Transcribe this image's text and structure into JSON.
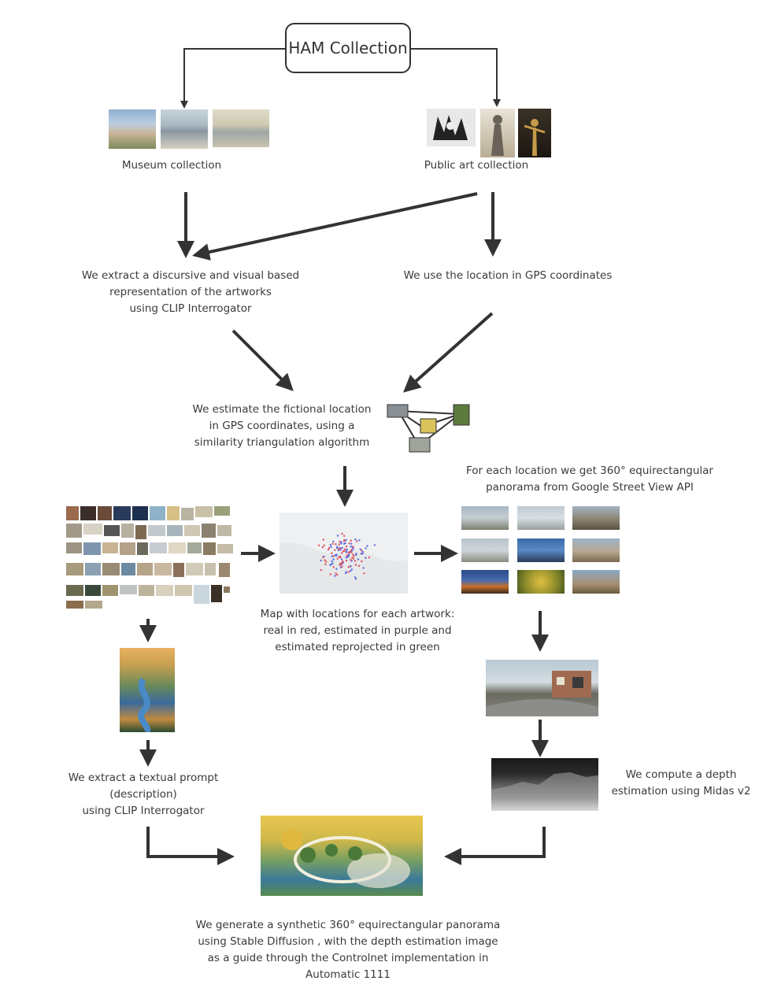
{
  "title": "HAM Collection",
  "labels": {
    "museum": "Museum collection",
    "public_art": "Public art collection",
    "extract_representation": "We extract a discursive and visual based\nrepresentation of the artworks\nusing  CLIP Interrogator",
    "gps": "We use the location in GPS coordinates",
    "estimate_location": "We estimate the fictional location\nin GPS coordinates, using a\nsimilarity triangulation algorithm",
    "panorama": "For each location we get 360° equirectangular\npanorama from Google Street View API",
    "map_caption": "Map with locations for each artwork:\nreal in red, estimated in purple and\nestimated reprojected in green",
    "textual_prompt": "We extract a textual prompt\n(description)\nusing  CLIP Interrogator",
    "depth": "We compute a depth\nestimation using Midas v2",
    "generate": "We generate a synthetic 360° equirectangular panorama\nusing Stable Diffusion , with the depth estimation image\nas a guide through the Controlnet implementation in\nAutomatic 1111"
  },
  "colors": {
    "arrow": "#333333",
    "text": "#3a3a3a",
    "map_real": "#e0505a",
    "map_estimated": "#5a6be0"
  }
}
